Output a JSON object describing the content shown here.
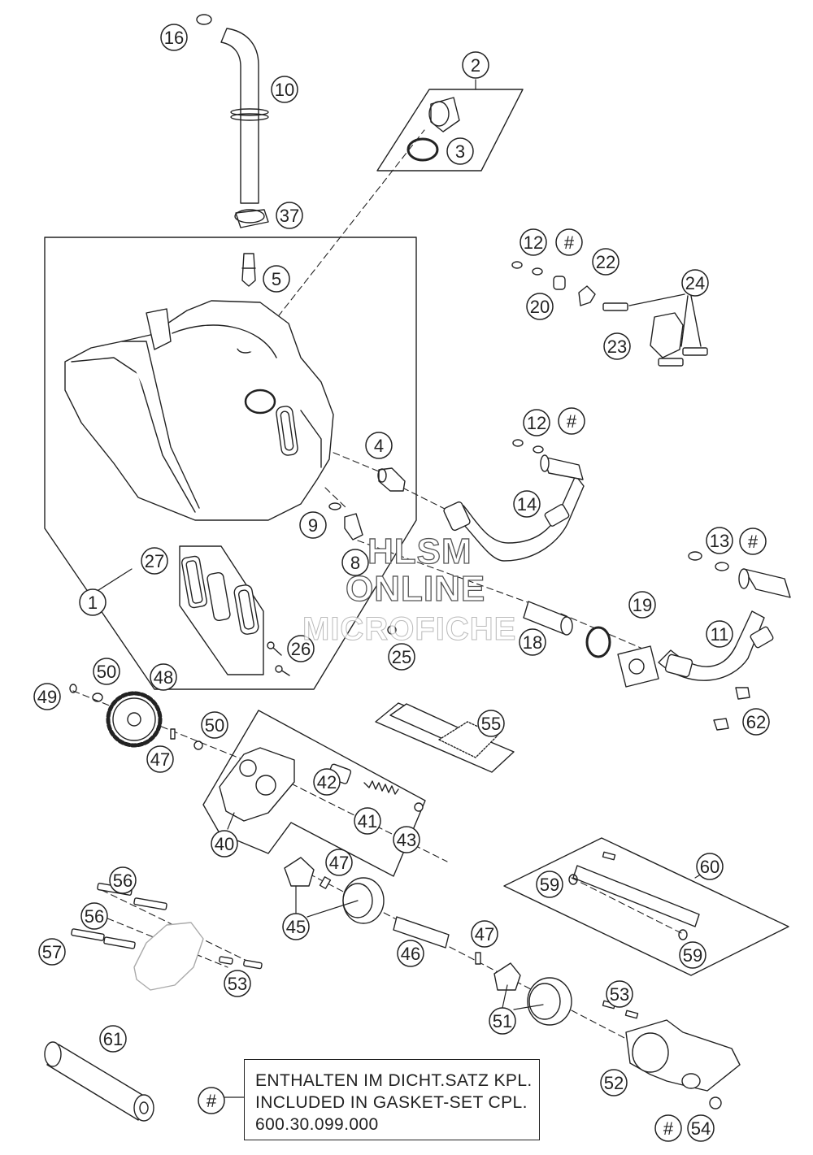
{
  "callouts": [
    {
      "id": "c16",
      "label": "16"
    },
    {
      "id": "c10",
      "label": "10"
    },
    {
      "id": "c2",
      "label": "2"
    },
    {
      "id": "c3",
      "label": "3"
    },
    {
      "id": "c37",
      "label": "37"
    },
    {
      "id": "c5",
      "label": "5"
    },
    {
      "id": "c12a",
      "label": "12"
    },
    {
      "id": "h1",
      "label": "#"
    },
    {
      "id": "c22",
      "label": "22"
    },
    {
      "id": "c20",
      "label": "20"
    },
    {
      "id": "c24",
      "label": "24"
    },
    {
      "id": "c23",
      "label": "23"
    },
    {
      "id": "c12b",
      "label": "12"
    },
    {
      "id": "h2",
      "label": "#"
    },
    {
      "id": "c4",
      "label": "4"
    },
    {
      "id": "c14",
      "label": "14"
    },
    {
      "id": "c9",
      "label": "9"
    },
    {
      "id": "c8",
      "label": "8"
    },
    {
      "id": "c13",
      "label": "13"
    },
    {
      "id": "h3",
      "label": "#"
    },
    {
      "id": "c27",
      "label": "27"
    },
    {
      "id": "c1",
      "label": "1"
    },
    {
      "id": "c19",
      "label": "19"
    },
    {
      "id": "c11",
      "label": "11"
    },
    {
      "id": "c18",
      "label": "18"
    },
    {
      "id": "c26",
      "label": "26"
    },
    {
      "id": "c25",
      "label": "25"
    },
    {
      "id": "c50a",
      "label": "50"
    },
    {
      "id": "c48",
      "label": "48"
    },
    {
      "id": "c49",
      "label": "49"
    },
    {
      "id": "c62",
      "label": "62"
    },
    {
      "id": "c55",
      "label": "55"
    },
    {
      "id": "c50b",
      "label": "50"
    },
    {
      "id": "c47a",
      "label": "47"
    },
    {
      "id": "c42",
      "label": "42"
    },
    {
      "id": "c41",
      "label": "41"
    },
    {
      "id": "c43",
      "label": "43"
    },
    {
      "id": "c40",
      "label": "40"
    },
    {
      "id": "c60",
      "label": "60"
    },
    {
      "id": "c47b",
      "label": "47"
    },
    {
      "id": "c59a",
      "label": "59"
    },
    {
      "id": "c56a",
      "label": "56"
    },
    {
      "id": "c56b",
      "label": "56"
    },
    {
      "id": "c45",
      "label": "45"
    },
    {
      "id": "c47c",
      "label": "47"
    },
    {
      "id": "c59b",
      "label": "59"
    },
    {
      "id": "c46",
      "label": "46"
    },
    {
      "id": "c57",
      "label": "57"
    },
    {
      "id": "c53a",
      "label": "53"
    },
    {
      "id": "c53b",
      "label": "53"
    },
    {
      "id": "c51",
      "label": "51"
    },
    {
      "id": "c61",
      "label": "61"
    },
    {
      "id": "c52",
      "label": "52"
    },
    {
      "id": "h4",
      "label": "#"
    },
    {
      "id": "h5",
      "label": "#"
    },
    {
      "id": "c54",
      "label": "54"
    }
  ],
  "watermark": {
    "line1": "HLSM",
    "line2": "ONLINE",
    "line3": "MICROFICHE"
  },
  "note": {
    "line1": "ENTHALTEN IM DICHT.SATZ KPL.",
    "line2": "INCLUDED IN GASKET-SET CPL.",
    "line3": "600.30.099.000"
  }
}
